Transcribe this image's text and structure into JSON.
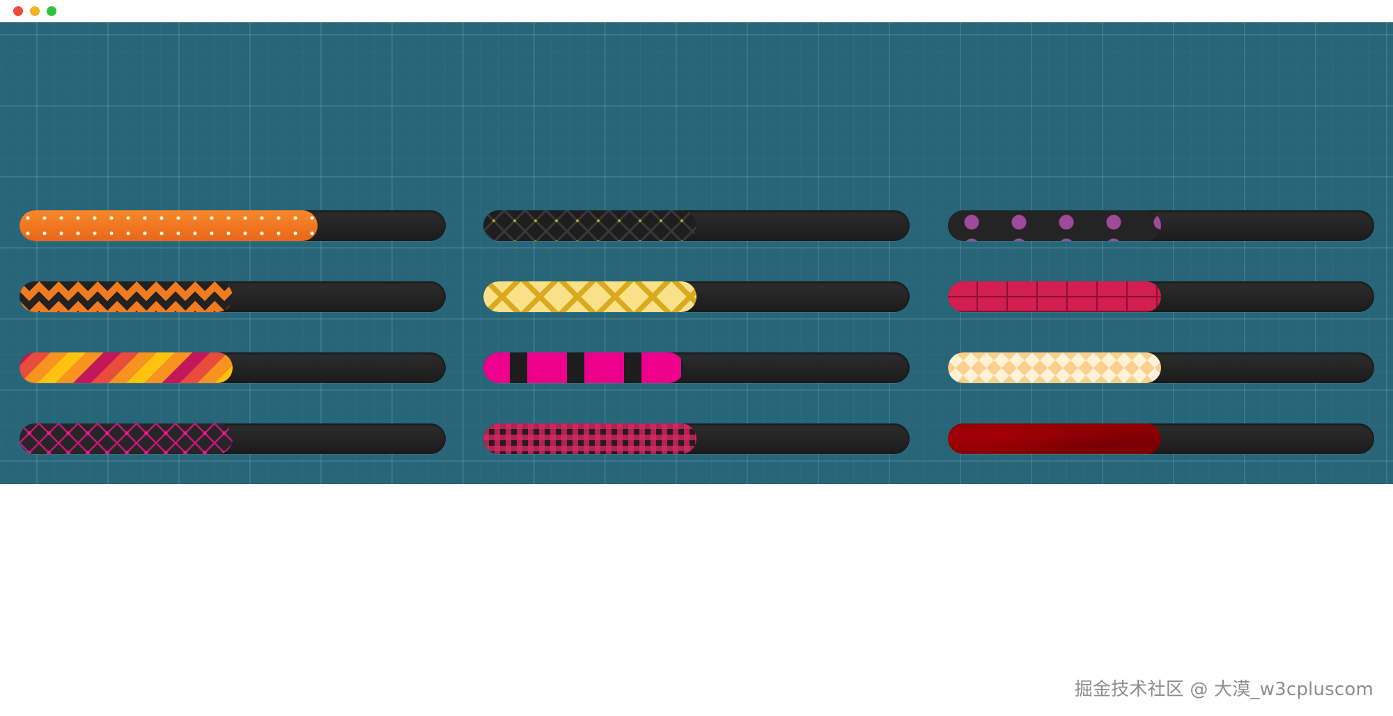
{
  "window": {
    "controls": {
      "close_color": "#ed4c3c",
      "minimize_color": "#f0b324",
      "zoom_color": "#2ec23a"
    }
  },
  "canvas": {
    "background_color": "#266678"
  },
  "progress_bars": [
    {
      "id": "orange-dots",
      "value": 0.7,
      "pattern": "white dots on orange",
      "color": "#f27a1f"
    },
    {
      "id": "dark-diamond",
      "value": 0.5,
      "pattern": "dark diamond quilt with gold studs",
      "color": "#1f1f1f"
    },
    {
      "id": "purple-dots",
      "value": 0.5,
      "pattern": "purple polka dots on dark",
      "color": "#a04a9c"
    },
    {
      "id": "orange-zigzag",
      "value": 0.5,
      "pattern": "black zigzag on orange",
      "color": "#f27a1f"
    },
    {
      "id": "yellow-lattice",
      "value": 0.5,
      "pattern": "gold lattice on pale yellow",
      "color": "#fbe08a"
    },
    {
      "id": "red-brick",
      "value": 0.5,
      "pattern": "red brick",
      "color": "#d21f50"
    },
    {
      "id": "diagonal-stripes",
      "value": 0.5,
      "pattern": "yellow orange red diagonal stripes",
      "color": "#f7931e"
    },
    {
      "id": "magenta-blocks",
      "value": 0.47,
      "pattern": "magenta blocks with dark gaps",
      "color": "#ec008c"
    },
    {
      "id": "peach-plaid",
      "value": 0.5,
      "pattern": "peach plaid",
      "color": "#fff2d6"
    },
    {
      "id": "dark-grid-pink",
      "value": 0.5,
      "pattern": "pink grid on dark",
      "color": "#ee1a8a"
    },
    {
      "id": "pink-plaid",
      "value": 0.5,
      "pattern": "pink plaid on dark",
      "color": "#da2864"
    },
    {
      "id": "dark-red",
      "value": 0.5,
      "pattern": "solid dark red texture",
      "color": "#8e0003"
    }
  ],
  "footer": {
    "watermark": "掘金技术社区 @ 大漠_w3cpluscom"
  }
}
